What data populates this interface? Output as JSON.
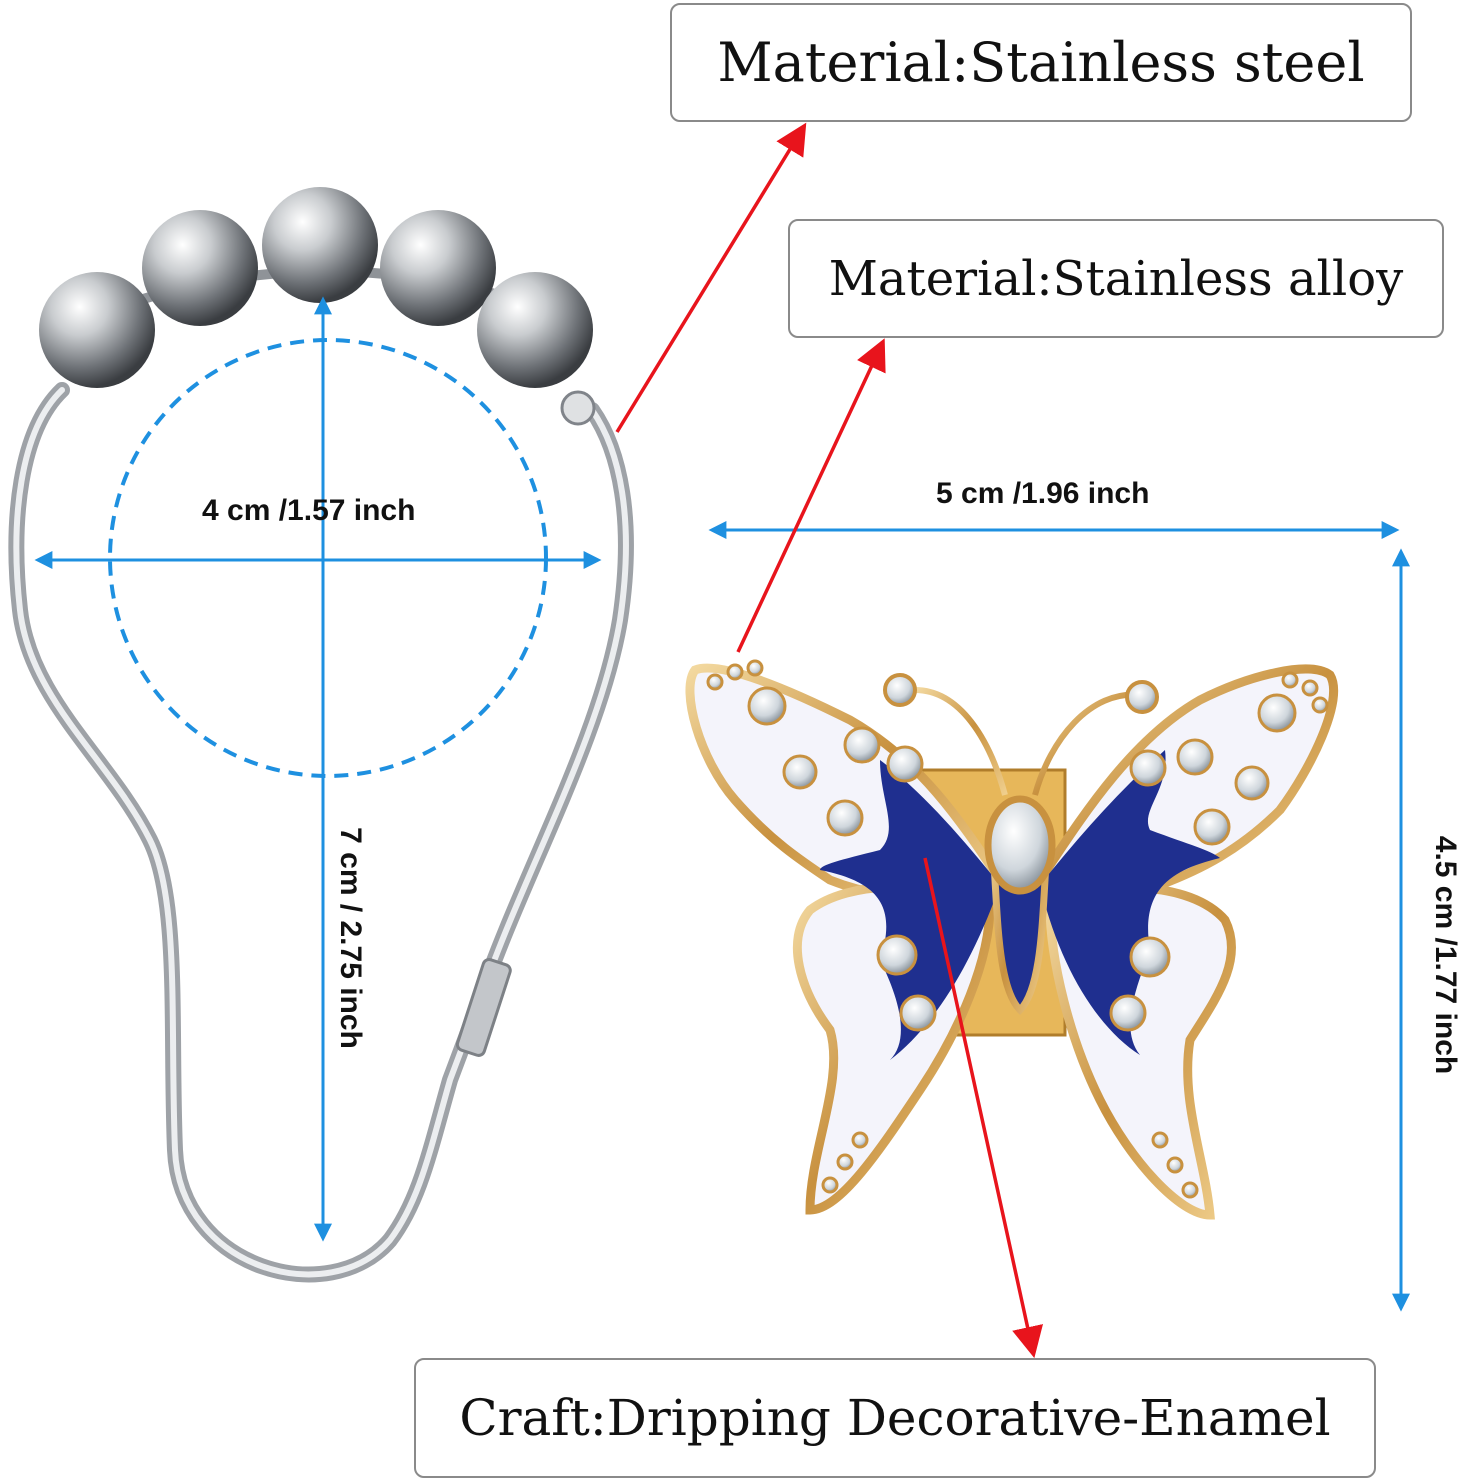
{
  "labels": {
    "material_hook": "Material:Stainless steel",
    "material_butterfly": "Material:Stainless alloy",
    "craft": "Craft:Dripping Decorative-Enamel"
  },
  "dimensions": {
    "hook_width": "4 cm /1.57 inch",
    "hook_height": "7 cm / 2.75 inch",
    "butterfly_width": "5 cm /1.96 inch",
    "butterfly_height": "4.5 cm /1.77 inch"
  },
  "colors": {
    "pointer_arrow": "#e8141c",
    "dimension_line": "#1e90e0",
    "steel": "#b9bcc0",
    "gold": "#d9a85a",
    "enamel_blue": "#1f2f8f",
    "enamel_white": "#f4f4fb"
  }
}
